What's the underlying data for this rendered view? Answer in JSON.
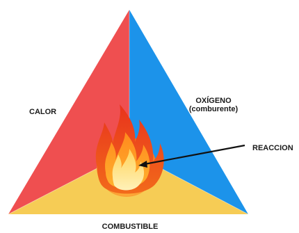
{
  "labels": {
    "calor": "CALOR",
    "oxigeno": "OXÍGENO",
    "comburente": "(comburente)",
    "reaccion": "REACCION",
    "combustible": "COMBUSTIBLE"
  },
  "colors": {
    "calor": "#ef4f50",
    "oxigeno": "#1c93ea",
    "combustible": "#f6cc55",
    "arrow": "#111111"
  },
  "icons": {
    "center": "fire-icon"
  }
}
